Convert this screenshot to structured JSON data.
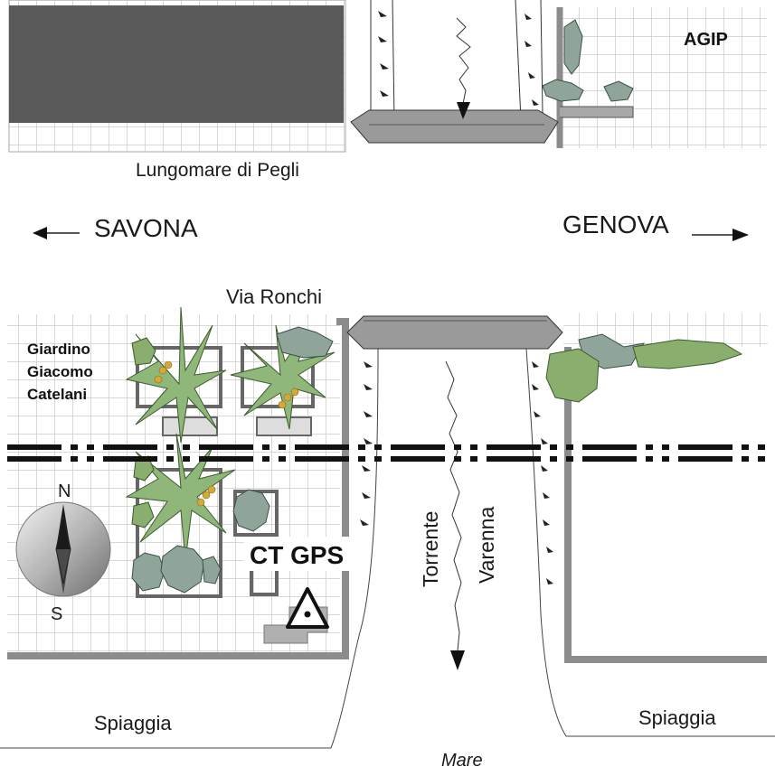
{
  "labels": {
    "agip": "AGIP",
    "lungomare": "Lungomare di Pegli",
    "savona": "SAVONA",
    "genova": "GENOVA",
    "via_ronchi": "Via Ronchi",
    "giardino_line1": "Giardino",
    "giardino_line2": "Giacomo",
    "giardino_line3": "Catelani",
    "ct_gps": "CT GPS",
    "torrente": "Torrente",
    "varenna": "Varenna",
    "spiaggia_left": "Spiaggia",
    "spiaggia_right": "Spiaggia",
    "mare": "Mare",
    "north": "N",
    "south": "S"
  },
  "icons": {
    "compass": "compass-rose-icon",
    "gps_station": "triangle-survey-marker-icon",
    "tree": "tree-canopy-icon",
    "palm": "palm-tree-icon",
    "flow_arrow": "flow-direction-arrow-icon"
  },
  "colors": {
    "building_dark": "#5a5a5a",
    "grid_line": "#cfcfcf",
    "wall_grey": "#8c8c8c",
    "palm_green": "#8fb77a",
    "shrub_blue": "#8fa59a",
    "bush_green": "#8aae6e",
    "railway": "#111111"
  }
}
